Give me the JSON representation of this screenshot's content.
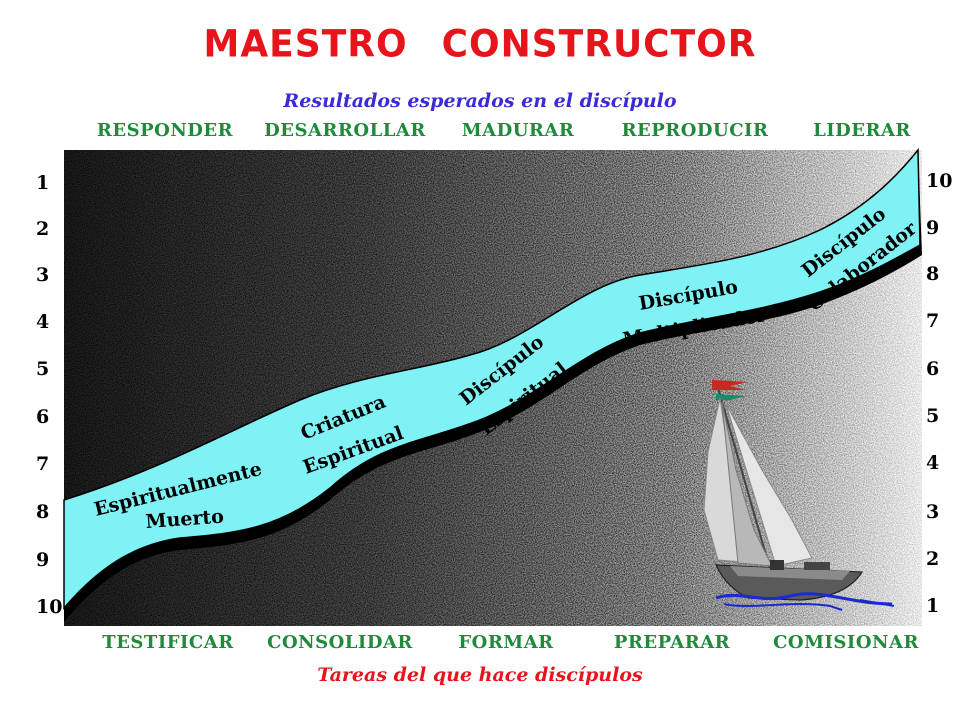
{
  "title": {
    "word1": "MAESTRO",
    "word2": "CONSTRUCTOR"
  },
  "subtitle_top": "Resultados esperados en el discípulo",
  "subtitle_bottom": "Tareas del que hace discípulos",
  "results": [
    "RESPONDER",
    "DESARROLLAR",
    "MADURAR",
    "REPRODUCIR",
    "LIDERAR"
  ],
  "tasks": [
    "TESTIFICAR",
    "CONSOLIDAR",
    "FORMAR",
    "PREPARAR",
    "COMISIONAR"
  ],
  "scale_left": [
    "1",
    "2",
    "3",
    "4",
    "5",
    "6",
    "7",
    "8",
    "9",
    "10"
  ],
  "scale_right": [
    "10",
    "9",
    "8",
    "7",
    "6",
    "5",
    "4",
    "3",
    "2",
    "1"
  ],
  "river_stages": [
    {
      "line1": "Espiritualmente",
      "line2": "Muerto"
    },
    {
      "line1": "Criatura",
      "line2": "Espiritual"
    },
    {
      "line1": "Discípulo",
      "line2": "Espiritual"
    },
    {
      "line1": "Discípulo",
      "line2": "Multiplicador"
    },
    {
      "line1": "Discípulo",
      "line2": "Colaborador"
    }
  ],
  "colors": {
    "title": "#e8141c",
    "subtitle_top": "#3a2bd6",
    "subtitle_bottom": "#e8141c",
    "stage_labels": "#1e8a3a",
    "river": "#7ff2f6",
    "river_shadow": "#000000"
  },
  "icons": [
    "sailboat-icon",
    "pennant-flag-icon",
    "wave-icon"
  ]
}
